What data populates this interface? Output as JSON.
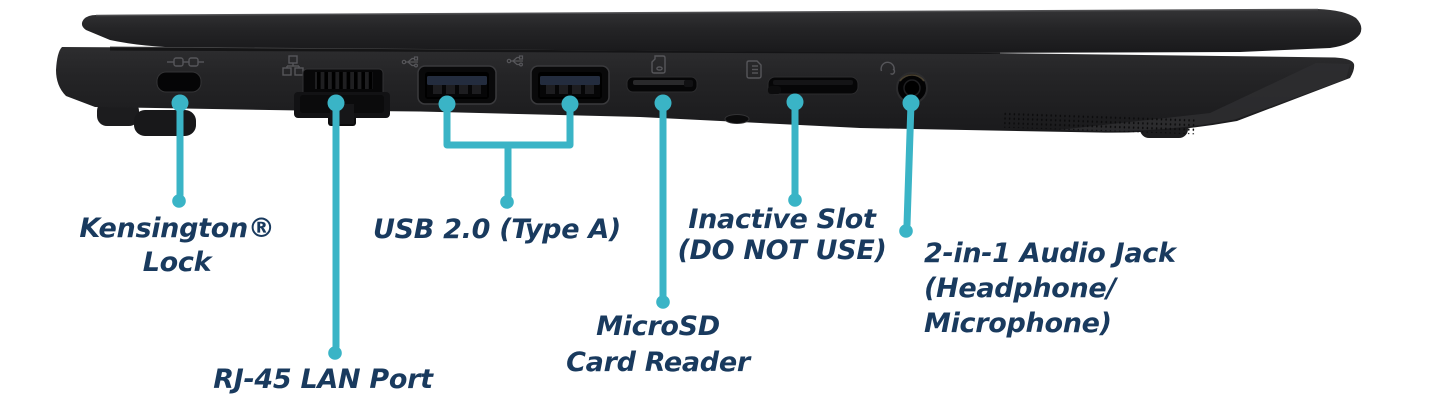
{
  "colors": {
    "background": "#ffffff",
    "callout_teal": "#3ab4c6",
    "label_navy": "#193a5e",
    "laptop_body_dark": "#232325",
    "port_black": "#060607",
    "usb_tongue_navy": "#232c3e"
  },
  "callouts": [
    {
      "port": "kensington-lock-slot",
      "icon": "kensington-lock-icon",
      "lines": [
        "Kensington®",
        "Lock"
      ]
    },
    {
      "port": "rj45-lan-port",
      "icon": "lan-icon",
      "lines": [
        "RJ-45 LAN Port"
      ]
    },
    {
      "port": "usb-ports",
      "icon": "usb-icon",
      "lines": [
        "USB 2.0 (Type A)"
      ]
    },
    {
      "port": "microsd-slot",
      "icon": "microsd-card-icon",
      "lines": [
        "MicroSD",
        "Card Reader"
      ]
    },
    {
      "port": "inactive-sim-slot",
      "icon": "sim-card-icon",
      "lines": [
        "Inactive Slot",
        "(DO NOT USE)"
      ]
    },
    {
      "port": "audio-jack",
      "icon": "headphone-icon",
      "lines": [
        "2-in-1 Audio Jack",
        "(Headphone/",
        "Microphone)"
      ]
    }
  ]
}
